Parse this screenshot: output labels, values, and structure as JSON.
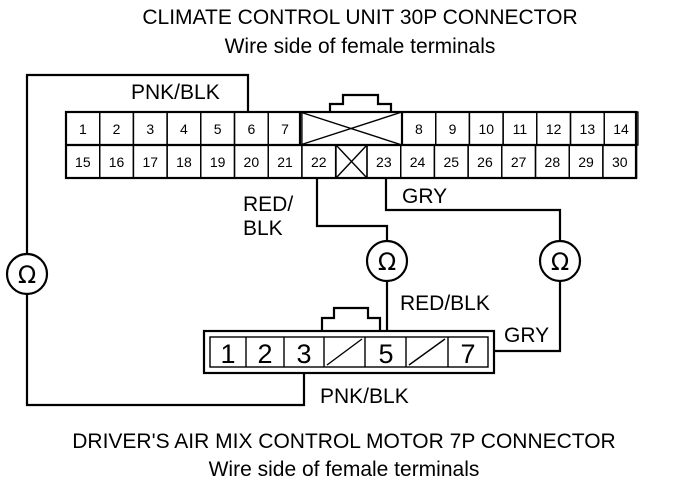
{
  "top_connector": {
    "title": "CLIMATE CONTROL UNIT 30P CONNECTOR",
    "subtitle": "Wire side of female terminals",
    "row1": [
      "1",
      "2",
      "3",
      "4",
      "5",
      "6",
      "7",
      "8",
      "9",
      "10",
      "11",
      "12",
      "13",
      "14"
    ],
    "row2": [
      "15",
      "16",
      "17",
      "18",
      "19",
      "20",
      "21",
      "22",
      "23",
      "24",
      "25",
      "26",
      "27",
      "28",
      "29",
      "30"
    ]
  },
  "bottom_connector": {
    "title": "DRIVER'S AIR MIX CONTROL MOTOR 7P CONNECTOR",
    "subtitle": "Wire side of female terminals",
    "pins": [
      "1",
      "2",
      "3",
      "5",
      "7"
    ]
  },
  "wires": {
    "pnk_blk_top": "PNK/BLK",
    "red_blk_top_1": "RED/",
    "red_blk_top_2": "BLK",
    "gry_top": "GRY",
    "red_blk_bottom": "RED/BLK",
    "gry_bottom": "GRY",
    "pnk_blk_bottom": "PNK/BLK"
  },
  "meter_symbol": "Ω"
}
